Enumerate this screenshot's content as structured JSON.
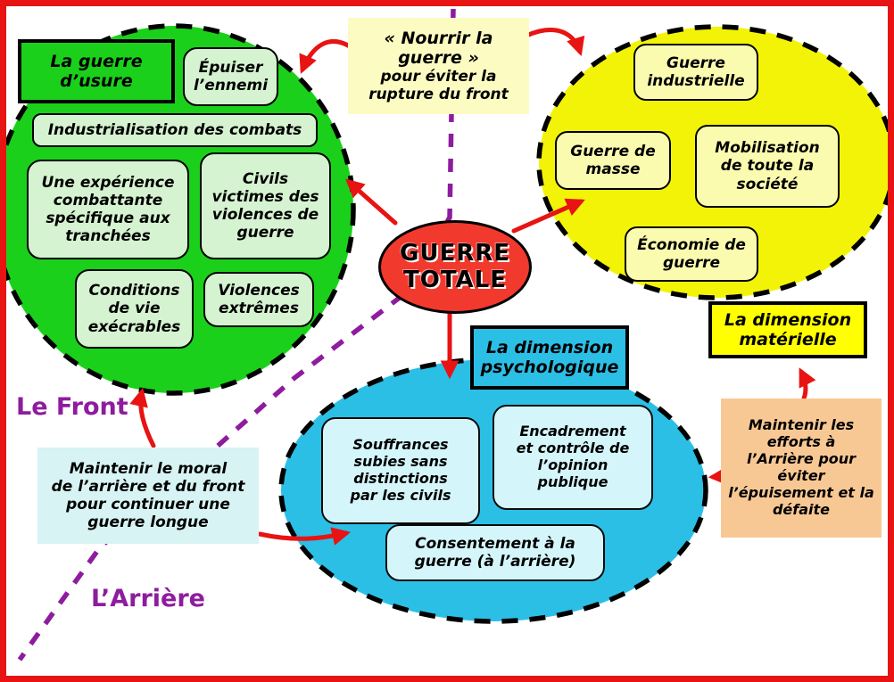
{
  "center_node": {
    "label": "GUERRE\nTOTALE"
  },
  "top_note": {
    "title": "« Nourrir la\nguerre »",
    "subtitle": "pour éviter la\nrupture du front"
  },
  "front_cluster": {
    "header": "La guerre\nd’usure",
    "epuiser": "Épuiser\nl’ennemi",
    "industrialisation": "Industrialisation des combats",
    "experience": "Une expérience\ncombattante\nspécifique aux\ntranchées",
    "civils": "Civils\nvictimes des\nviolences de\nguerre",
    "conditions": "Conditions\nde vie\nexécrables",
    "violences": "Violences\nextrêmes"
  },
  "material_cluster": {
    "header": "La dimension\nmatérielle",
    "industrielle": "Guerre\nindustrielle",
    "masse": "Guerre de\nmasse",
    "mobilisation": "Mobilisation\nde toute la\nsociété",
    "economie": "Économie de\nguerre"
  },
  "psych_cluster": {
    "header": "La dimension\npsychologique",
    "souffrances": "Souffrances\nsubies sans\ndistinctions\npar les civils",
    "encadrement": "Encadrement\net contrôle de\nl’opinion\npublique",
    "consentement": "Consentement à la\nguerre (à l’arrière)"
  },
  "zone_labels": {
    "front": "Le Front",
    "arriere": "L’Arrière"
  },
  "side_notes": {
    "moral": "Maintenir le moral\nde l’arrière et du front\npour continuer une\nguerre longue",
    "efforts": "Maintenir les\nefforts à\nl’Arrière pour\néviter\nl’épuisement et la\ndéfaite"
  },
  "colors": {
    "frame_red": "#e81313",
    "arrow_red": "#e81313",
    "front_green": "#1bd01b",
    "front_light_green": "#d5f3d0",
    "material_yellow": "#f3f308",
    "material_light_yellow": "#fbfbb0",
    "material_header_yellow": "#ffff00",
    "psych_blue": "#2cbfe6",
    "psych_light_cyan": "#d4f6fa",
    "top_note_yellow": "#fcfcc2",
    "moral_note_cyan": "#d7f3f3",
    "efforts_note_orange": "#f8c894",
    "center_red": "#f2392e",
    "divider_purple": "#8e1c9e"
  }
}
